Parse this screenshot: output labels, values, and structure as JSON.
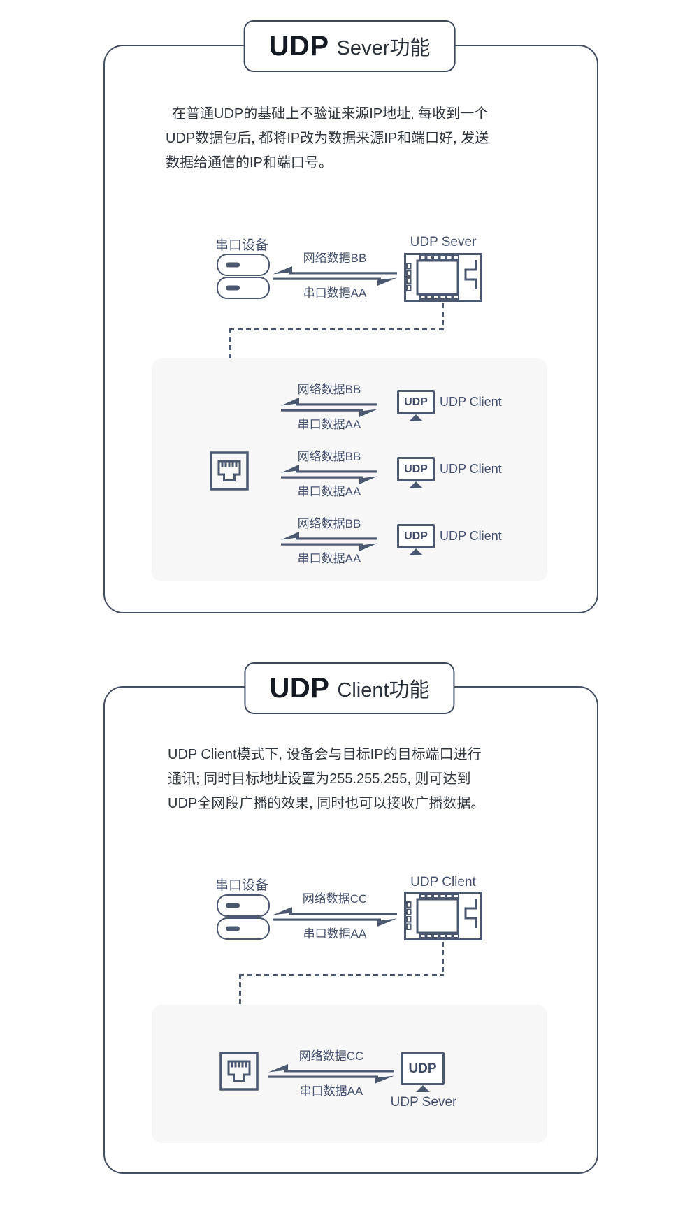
{
  "colors": {
    "diagram_slate": "#4c5870",
    "label_slate": "#46526e",
    "panel_border": "#454f63",
    "title_text": "#141922",
    "body_text": "#30363f",
    "gray_panel_bg": "#f7f7f8"
  },
  "panel1": {
    "title_strong": "UDP",
    "title_rest": "Sever功能",
    "desc_lines": [
      "在普通UDP的基础上不验证来源IP地址, 每收到一个",
      "UDP数据包后, 都将IP改为数据来源IP和端口好, 发送",
      "数据给通信的IP和端口号。"
    ],
    "serial_label": "串口设备",
    "device_label": "UDP Sever",
    "flow": {
      "net": "网络数据BB",
      "serial": "串口数据AA"
    },
    "clients": [
      {
        "net": "网络数据BB",
        "serial": "串口数据AA",
        "monitor": "UDP",
        "name": "UDP Client"
      },
      {
        "net": "网络数据BB",
        "serial": "串口数据AA",
        "monitor": "UDP",
        "name": "UDP Client"
      },
      {
        "net": "网络数据BB",
        "serial": "串口数据AA",
        "monitor": "UDP",
        "name": "UDP Client"
      }
    ]
  },
  "panel2": {
    "title_strong": "UDP",
    "title_rest": "Client功能",
    "desc_lines": [
      "UDP Client模式下, 设备会与目标IP的目标端口进行",
      "通讯; 同时目标地址设置为255.255.255, 则可达到",
      "UDP全网段广播的效果, 同时也可以接收广播数据。"
    ],
    "serial_label": "串口设备",
    "device_label": "UDP Client",
    "flow": {
      "net": "网络数据CC",
      "serial": "串口数据AA"
    },
    "server": {
      "net": "网络数据CC",
      "serial": "串口数据AA",
      "monitor": "UDP",
      "name": "UDP Sever"
    }
  }
}
